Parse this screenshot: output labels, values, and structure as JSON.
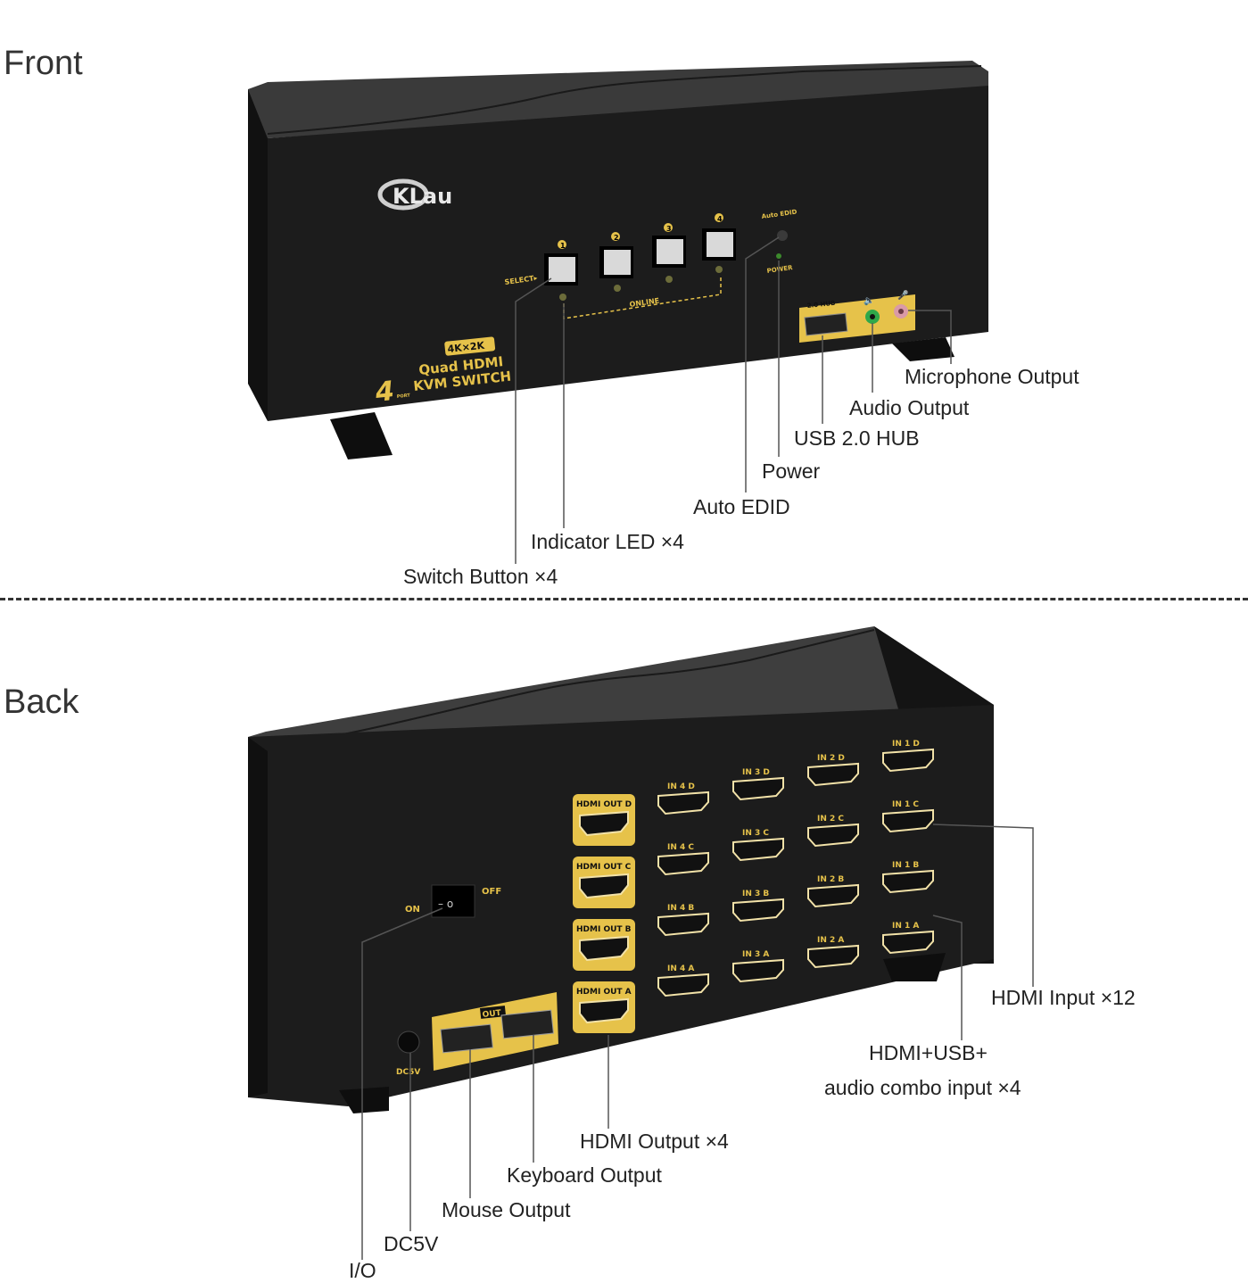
{
  "sections": {
    "front": "Front",
    "back": "Back"
  },
  "device": {
    "brand": "CKLau",
    "resolution_badge": "4K×2K",
    "product_line1": "Quad HDMI",
    "product_line2": "KVM SWITCH",
    "port_count": "4",
    "port_word": "PORT",
    "accent_color": "#e6c24a",
    "body_color": "#1c1c1c"
  },
  "front_panel": {
    "select_label": "SELECT▸",
    "button_numbers": [
      "1",
      "2",
      "3",
      "4"
    ],
    "online_label": "ONLINE",
    "auto_edid_label": "Auto EDID",
    "power_label": "POWER",
    "hub_label": "2.0 HUB"
  },
  "front_callouts": {
    "microphone": "Microphone Output",
    "audio": "Audio Output",
    "usb_hub": "USB 2.0 HUB",
    "power": "Power",
    "auto_edid": "Auto EDID",
    "indicator_led": "Indicator LED ×4",
    "switch_button": "Switch Button ×4"
  },
  "back_panel": {
    "switch_on": "ON",
    "switch_off": "OFF",
    "dc_label": "DC5V",
    "usb_out_label": "OUT",
    "hdmi_outputs": [
      "HDMI OUT D",
      "HDMI OUT C",
      "HDMI OUT B",
      "HDMI OUT A"
    ],
    "hdmi_inputs": [
      [
        "IN 4 D",
        "IN 3 D",
        "IN 2 D",
        "IN 1 D"
      ],
      [
        "IN 4 C",
        "IN 3 C",
        "IN 2 C",
        "IN 1 C"
      ],
      [
        "IN 4 B",
        "IN 3 B",
        "IN 2 B",
        "IN 1 B"
      ],
      [
        "IN 4 A",
        "IN 3 A",
        "IN 2 A",
        "IN 1 A"
      ]
    ]
  },
  "back_callouts": {
    "hdmi_input": "HDMI Input ×12",
    "combo_line1": "HDMI+USB+",
    "combo_line2": "audio combo input ×4",
    "hdmi_output": "HDMI Output ×4",
    "keyboard": "Keyboard Output",
    "mouse": "Mouse Output",
    "dc5v": "DC5V",
    "io": "I/O"
  }
}
